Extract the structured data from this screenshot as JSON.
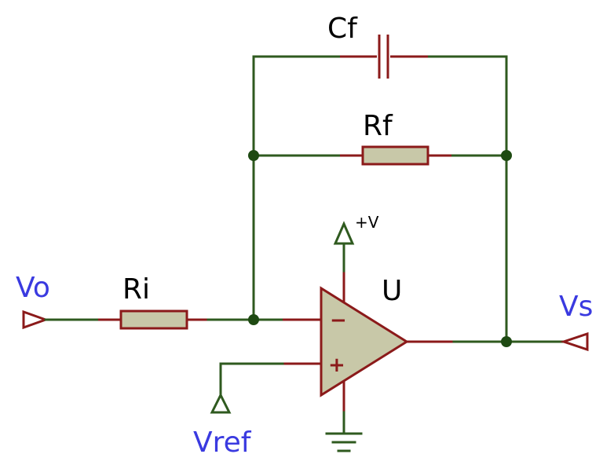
{
  "components": {
    "capacitor_label": "Cf",
    "feedback_resistor_label": "Rf",
    "input_resistor_label": "Ri",
    "opamp_label": "U",
    "supply_label": "+V",
    "minus_sign": "−",
    "plus_sign": "+"
  },
  "nets": {
    "input_label": "Vo",
    "output_label": "Vs",
    "reference_label": "Vref"
  },
  "colors": {
    "wire": "#2f5a1f",
    "pin": "#8b1a1a",
    "component_fill": "#c8c8a8",
    "junction": "#1e4a12",
    "net_label": "#3a3ae0"
  }
}
